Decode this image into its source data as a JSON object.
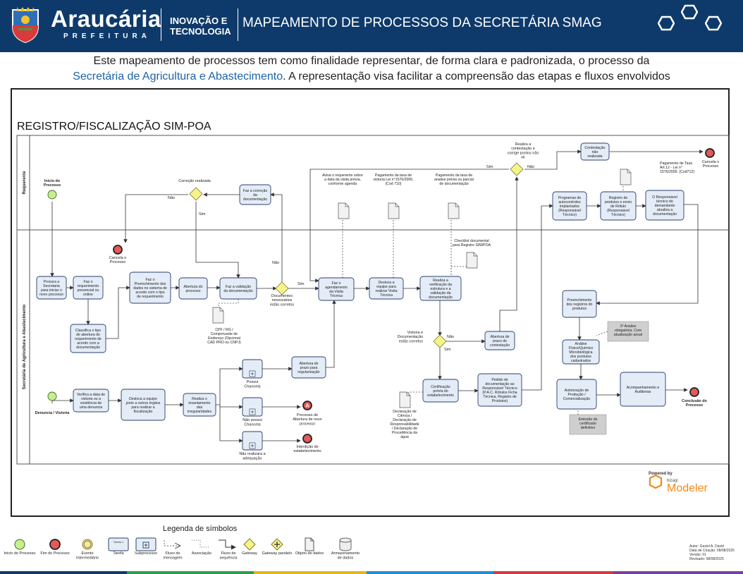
{
  "header": {
    "brand": "Araucária",
    "brand_sub": "PREFEITURA",
    "unit_line1": "INOVAÇÃO E",
    "unit_line2": "TECNOLOGIA",
    "title": "MAPEAMENTO DE PROCESSOS DA SECRETÁRIA  SMAG"
  },
  "intro": {
    "line1": "Este mapeamento de processos tem como finalidade representar, de forma clara e padronizada, o processo da",
    "accent": "Secretária de Agricultura e Abastecimento",
    "line2_rest": ". A representação visa facilitar a compreensão das etapas e fluxos envolvidos"
  },
  "diagram": {
    "title": "REGISTRO/FISCALIZAÇÃO SIM-POA",
    "lanes": [
      "Requerente",
      "Secretária de Agricultura e Abastecimento"
    ],
    "events": [
      {
        "id": "start1",
        "type": "start",
        "label": [
          "Inicio do",
          "Processo"
        ]
      },
      {
        "id": "start2",
        "type": "start",
        "label": [
          "Denuncia / Vistoria"
        ]
      },
      {
        "id": "end1",
        "type": "end",
        "label": [
          "Cancela o",
          "Processo"
        ]
      },
      {
        "id": "end2",
        "type": "end",
        "label": [
          "Cancela o",
          "Processo"
        ]
      },
      {
        "id": "end3",
        "type": "end",
        "label": [
          "Conclusão do",
          "Processo"
        ]
      },
      {
        "id": "end4",
        "type": "end-msg",
        "label": [
          "Processo de",
          "Abertura de novo",
          "processo"
        ]
      },
      {
        "id": "end5",
        "type": "end",
        "label": [
          "Interdição do",
          "estabelecimento"
        ]
      }
    ],
    "tasks": [
      {
        "id": "t1",
        "label": [
          "Procura a",
          "Secretaria",
          "para iniciar o",
          "novo processo"
        ]
      },
      {
        "id": "t2",
        "label": [
          "Faz o",
          "requerimento",
          "presencial ou",
          "online"
        ]
      },
      {
        "id": "t3",
        "label": [
          "Classifica o tipo",
          "de abertura de",
          "requerimento de",
          "acordo com a",
          "documentação"
        ]
      },
      {
        "id": "t4",
        "label": [
          "Faz o",
          "Preenchimento dos",
          "dados no sistema de",
          "acordo com o tipo",
          "de requerimento"
        ]
      },
      {
        "id": "t5",
        "label": [
          "Abertura do",
          "processo"
        ]
      },
      {
        "id": "t6",
        "label": [
          "Faz a validação",
          "da documentação"
        ]
      },
      {
        "id": "t7",
        "label": [
          "Faz a correção",
          "da",
          "documentação"
        ]
      },
      {
        "id": "t8",
        "label": [
          "Faz o",
          "agendamento",
          "da Visita",
          "Técnica"
        ]
      },
      {
        "id": "t9",
        "label": [
          "Desloca a",
          "equipe para",
          "realizar Visita",
          "Técnica"
        ]
      },
      {
        "id": "t10",
        "label": [
          "Realiza a",
          "verificação da",
          "estrutura e a",
          "validação da",
          "documentação"
        ]
      },
      {
        "id": "t11",
        "label": [
          "Abertura de",
          "prazo de",
          "contestação"
        ]
      },
      {
        "id": "t12",
        "label": [
          "Certificação",
          "prévia do",
          "estabelecimento"
        ]
      },
      {
        "id": "t13",
        "label": [
          "Pedido de",
          "documentação ao",
          "Responsável Técnico",
          "(P.A.C. Rótulos Ficha",
          "Técnica, Registro de",
          "Produtos)"
        ]
      },
      {
        "id": "t14",
        "label": [
          "Contestação",
          "não",
          "realizada"
        ]
      },
      {
        "id": "t15",
        "label": [
          "Programas de",
          "autocontroles",
          "implantados",
          "(Responsável",
          "Técnico)"
        ]
      },
      {
        "id": "t16",
        "label": [
          "Registro de",
          "produtos e envio",
          "de Rótulo",
          "(Responsável",
          "Técnico)"
        ]
      },
      {
        "id": "t17",
        "label": [
          "O Responsável",
          "técnico do",
          "demandante",
          "atualiza a",
          "documentação"
        ]
      },
      {
        "id": "t18",
        "label": [
          "Preenchimento",
          "dos registros do",
          "produtos"
        ]
      },
      {
        "id": "t19",
        "label": [
          "Análise",
          "Físico/Químico",
          "Microbiológica",
          "dos produtos",
          "cadastrados"
        ]
      },
      {
        "id": "t20",
        "label": [
          "Autorização de",
          "Produção /",
          "Comercialização"
        ]
      },
      {
        "id": "t21",
        "label": [
          "Acompanhamento e",
          "Auditorias"
        ]
      },
      {
        "id": "t22",
        "label": [
          "Verifica a data de",
          "vistoria ou a",
          "existência de",
          "uma denuncia"
        ]
      },
      {
        "id": "t23",
        "label": [
          "Desloca a equipe",
          "junto a outros órgãos",
          "para realizar a",
          "fiscalização"
        ]
      },
      {
        "id": "t24",
        "label": [
          "Realiza o",
          "levantamento",
          "das",
          "irregularidades"
        ]
      },
      {
        "id": "t25",
        "label": [
          "Abertura de",
          "prazo para",
          "regularização"
        ]
      }
    ],
    "subprocesses": [
      {
        "id": "s1",
        "label": [
          "Possui",
          "Chancela"
        ]
      },
      {
        "id": "s2",
        "label": [
          "Não possui",
          "Chancela"
        ]
      },
      {
        "id": "s3",
        "label": [
          "Não realizara a",
          "adequação"
        ]
      }
    ],
    "gateways": [
      {
        "id": "g1",
        "label": [
          "Correção realizada"
        ]
      },
      {
        "id": "g2",
        "label": [
          "Documentos",
          "necessários",
          "estão corretos"
        ]
      },
      {
        "id": "g3",
        "label": [
          "Vistoria e",
          "Documentação",
          "estão corretos"
        ]
      },
      {
        "id": "g4",
        "label": [
          "Realiza a",
          "contestação e",
          "corrige pontos não",
          "ok"
        ]
      }
    ],
    "data_objects": [
      {
        "id": "d1",
        "label": [
          "CPF / RG /",
          "Comprovante de",
          "Endereço (Opcional",
          "CAD PRO ou CNPJ)"
        ]
      },
      {
        "id": "d2",
        "label": [
          "Avisa o requerente sobre",
          "a data da visita prévia,",
          "conforme agenda"
        ]
      },
      {
        "id": "d3",
        "label": [
          "Pagamento da taxa de",
          "vistoria Lei n°1576/2005.",
          "(Cod 710)"
        ]
      },
      {
        "id": "d4",
        "label": [
          "Pagamento da taxa de",
          "analise prévia ou parcial",
          "de documentação"
        ]
      },
      {
        "id": "d5",
        "label": [
          "Checklist documental",
          "para Registro SIM/POA"
        ]
      },
      {
        "id": "d6",
        "label": [
          "Declaração de",
          "Ciência /",
          "Declaração de",
          "Responsabilidade",
          "/ Declaração de",
          "Procedência da",
          "água"
        ]
      },
      {
        "id": "d7",
        "label": [
          "Pagamento de Taxa",
          "Art.12 - Lei n°",
          "1576/2005. (Cod712)"
        ]
      }
    ],
    "annotations": [
      {
        "id": "a1",
        "label": [
          "1ª Analise",
          "obrigatória. Com",
          "atualização anual"
        ]
      },
      {
        "id": "a2",
        "label": [
          "Emissão de",
          "certificado",
          "definitivo"
        ]
      }
    ],
    "flow_labels": {
      "nao": "Não",
      "sim": "Sim"
    },
    "powered": {
      "label": "Powered by",
      "brand": "bizagi",
      "product": "Modeler"
    }
  },
  "legend": {
    "title": "Legenda de símbolos",
    "items": [
      {
        "name": "start",
        "label": [
          "Inicio do Processo"
        ]
      },
      {
        "name": "end",
        "label": [
          "Fim do Processo"
        ]
      },
      {
        "name": "intermediate",
        "label": [
          "Evento",
          "Intermediário"
        ]
      },
      {
        "name": "task",
        "label": [
          "Tarefa"
        ],
        "inner": "Tarefa 1"
      },
      {
        "name": "subprocess",
        "label": [
          "Subprocesso"
        ]
      },
      {
        "name": "message-flow",
        "label": [
          "Fluxo de",
          "mensagem"
        ]
      },
      {
        "name": "association",
        "label": [
          "Associação"
        ]
      },
      {
        "name": "sequence-flow",
        "label": [
          "Fluxo de",
          "sequência"
        ]
      },
      {
        "name": "gateway",
        "label": [
          "Gateway"
        ]
      },
      {
        "name": "parallel-gateway",
        "label": [
          "Gateway paralelo"
        ]
      },
      {
        "name": "data-object",
        "label": [
          "Objeto de dados"
        ]
      },
      {
        "name": "data-store",
        "label": [
          "Armazenamento",
          "de dados"
        ]
      }
    ]
  },
  "footer": {
    "author": "Autor: Gesiel A. David",
    "created": "Data de Criação: 08/08/2025",
    "version": "Versão: 01",
    "revised": "Revisado: 08/08/2025"
  },
  "colors": {
    "header_bg": "#0e3a6b",
    "task_fill": "#e4ecf7",
    "task_stroke": "#2b3f6a",
    "start_fill": "#c6ef8f",
    "end_fill": "#e45959",
    "gateway_fill": "#f5f38a",
    "accent": "#1d63a8"
  }
}
